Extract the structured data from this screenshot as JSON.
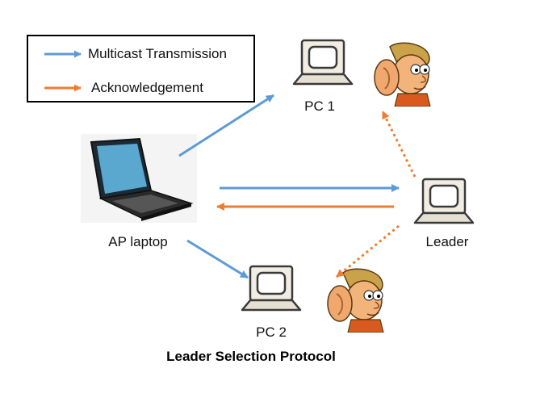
{
  "legend": {
    "multicast_label": "Multicast Transmission",
    "ack_label": "Acknowledgement"
  },
  "nodes": {
    "pc1_label": "PC 1",
    "pc2_label": "PC 2",
    "ap_label": "AP laptop",
    "leader_label": "Leader"
  },
  "caption": "Leader Selection Protocol",
  "colors": {
    "multicast": "#5b9bd5",
    "acknowledgement": "#ed7d31"
  },
  "icons": {
    "pc": "desktop-computer-icon",
    "ap": "laptop-icon",
    "listener": "cartoon-listener-icon"
  }
}
